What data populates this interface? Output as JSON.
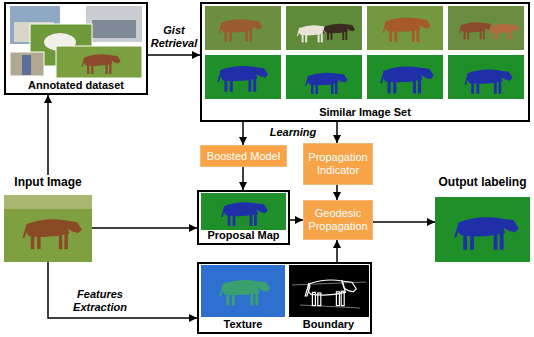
{
  "diagram": {
    "nodes": [
      {
        "text": [
          "Annotated dataset"
        ]
      },
      {
        "text": [
          "Similar Image Set"
        ]
      },
      {
        "text": [
          "Boosted Model"
        ]
      },
      {
        "text": [
          "Propagation Indicator"
        ]
      },
      {
        "text": [
          "Input Image"
        ]
      },
      {
        "text": [
          "Proposal Map"
        ]
      },
      {
        "text": [
          "Geodesic Propagation"
        ]
      },
      {
        "text": [
          "Output labeling"
        ]
      },
      {
        "text": [
          "Texture",
          "Boundary"
        ]
      }
    ],
    "edges": [
      {
        "from": 0,
        "to": 1,
        "arrow": "to",
        "label": "Gist Retrieval"
      },
      {
        "from": 1,
        "to": 2,
        "arrow": "to"
      },
      {
        "from": 1,
        "to": 3,
        "arrow": "to"
      },
      {
        "from": 4,
        "to": 0,
        "arrow": "to"
      },
      {
        "from": 4,
        "to": 5,
        "arrow": "to"
      },
      {
        "from": 2,
        "to": 5,
        "arrow": "to"
      },
      {
        "from": 5,
        "to": 6,
        "arrow": "to"
      },
      {
        "from": 3,
        "to": 6,
        "arrow": "to"
      },
      {
        "from": 4,
        "to": 8,
        "arrow": "to",
        "label": "Features Extraction"
      },
      {
        "from": 8,
        "to": 6,
        "arrow": "to"
      },
      {
        "from": 6,
        "to": 7,
        "arrow": "to"
      }
    ],
    "labels": [
      "Learning"
    ]
  }
}
